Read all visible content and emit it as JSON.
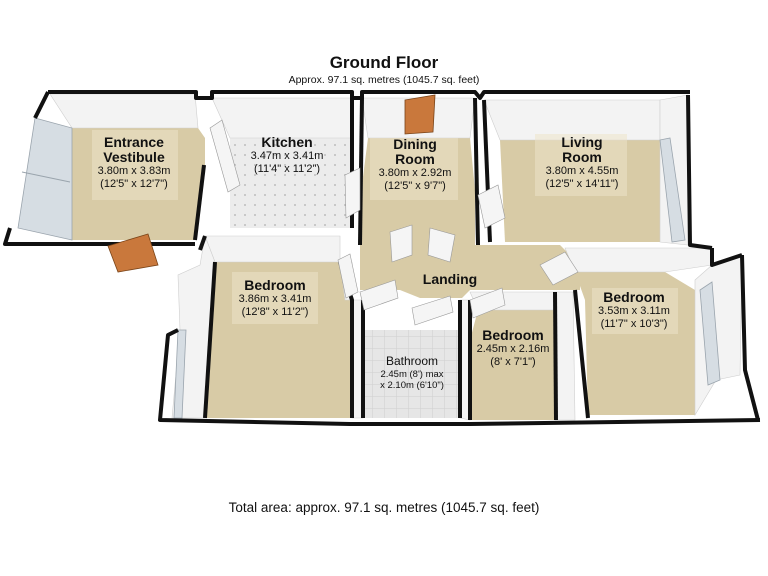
{
  "floor": {
    "title": "Ground Floor",
    "subtitle": "Approx. 97.1 sq. metres (1045.7 sq. feet)"
  },
  "rooms": {
    "entrance": {
      "name_line1": "Entrance",
      "name_line2": "Vestibule",
      "dim_metric": "3.80m x 3.83m",
      "dim_imperial": "(12'5\" x 12'7\")"
    },
    "kitchen": {
      "name": "Kitchen",
      "dim_metric": "3.47m x 3.41m",
      "dim_imperial": "(11'4\" x 11'2\")"
    },
    "dining": {
      "name_line1": "Dining",
      "name_line2": "Room",
      "dim_metric": "3.80m x 2.92m",
      "dim_imperial": "(12'5\" x 9'7\")"
    },
    "living": {
      "name_line1": "Living",
      "name_line2": "Room",
      "dim_metric": "3.80m x 4.55m",
      "dim_imperial": "(12'5\" x 14'11\")"
    },
    "landing": {
      "name": "Landing"
    },
    "bedroom_left": {
      "name": "Bedroom",
      "dim_metric": "3.86m x 3.41m",
      "dim_imperial": "(12'8\" x 11'2\")"
    },
    "bathroom": {
      "name": "Bathroom",
      "dim_line1": "2.45m (8') max",
      "dim_line2": "x 2.10m (6'10\")"
    },
    "bedroom_mid": {
      "name": "Bedroom",
      "dim_metric": "2.45m x 2.16m",
      "dim_imperial": "(8' x 7'1\")"
    },
    "bedroom_right": {
      "name": "Bedroom",
      "dim_metric": "3.53m x 3.11m",
      "dim_imperial": "(11'7\" x 10'3\")"
    }
  },
  "footer": {
    "total_area": "Total area: approx. 97.1 sq. metres (1045.7 sq. feet)"
  },
  "colors": {
    "floor_carpet": "#d8cba6",
    "floor_tile": "#e8e8e8",
    "wall_top": "#111111",
    "wall_inner": "#f4f4f4",
    "door_wood": "#c9783c",
    "window_glass": "#d6dde3"
  }
}
